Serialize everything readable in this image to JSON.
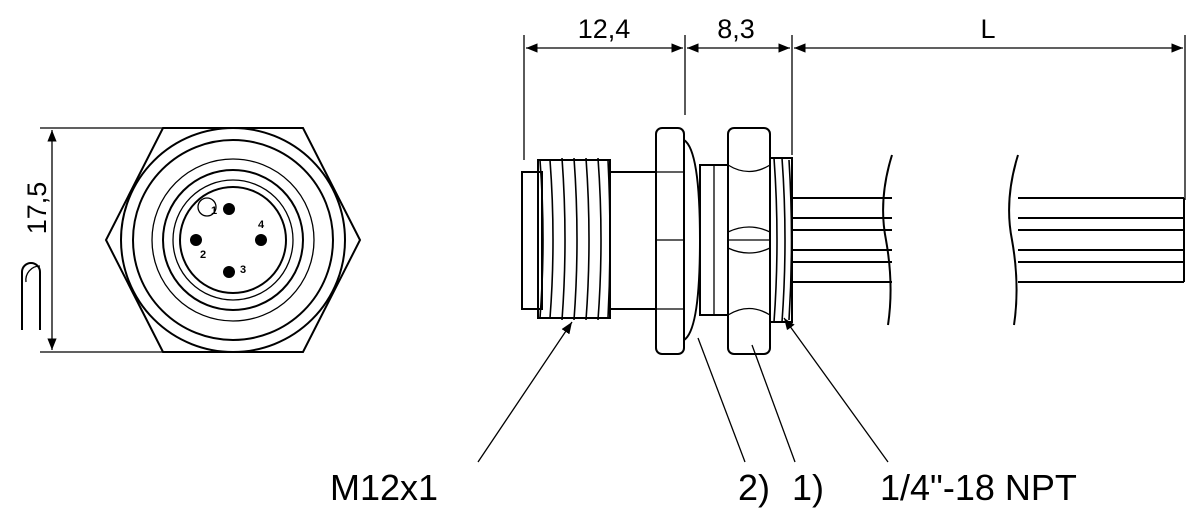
{
  "drawing": {
    "dimensions": {
      "thread_length": "12,4",
      "flange_length": "8,3",
      "cable_length": "L",
      "across_flats": "17,5"
    },
    "callouts": {
      "thread": "M12x1",
      "item_2": "2)",
      "item_1": "1)",
      "pipe_thread": "1/4\"-18 NPT"
    },
    "pins": [
      "1",
      "2",
      "3",
      "4"
    ]
  }
}
